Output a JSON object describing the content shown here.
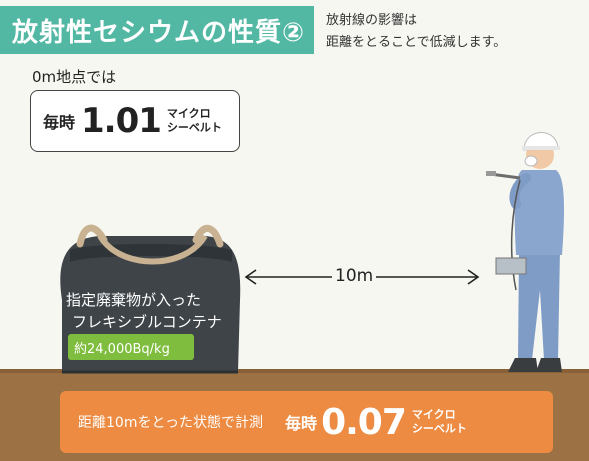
{
  "header": {
    "title": "放射性セシウムの性質②",
    "subtitle_line1": "放射線の影響は",
    "subtitle_line2": "距離をとることで低減します。"
  },
  "near_reading": {
    "label": "0m地点では",
    "per": "毎時",
    "value": "1.01",
    "unit_line1": "マイクロ",
    "unit_line2": "シーベルト"
  },
  "container": {
    "label_line1": "指定廃棄物が入った",
    "label_line2": "フレキシブルコンテナ",
    "concentration": "約24,000Bq/kg"
  },
  "distance": {
    "label": "10m"
  },
  "far_reading": {
    "description": "距離10mをとった状態で計測",
    "per": "毎時",
    "value": "0.07",
    "unit_line1": "マイクロ",
    "unit_line2": "シーベルト"
  },
  "colors": {
    "title_bg": "#52b8a4",
    "badge_green": "#7fbd3e",
    "bottom_orange": "#ec8b41",
    "ground_brown": "#9c7245",
    "bag_dark": "#3e4448",
    "worker_blue": "#7f9cc6"
  }
}
